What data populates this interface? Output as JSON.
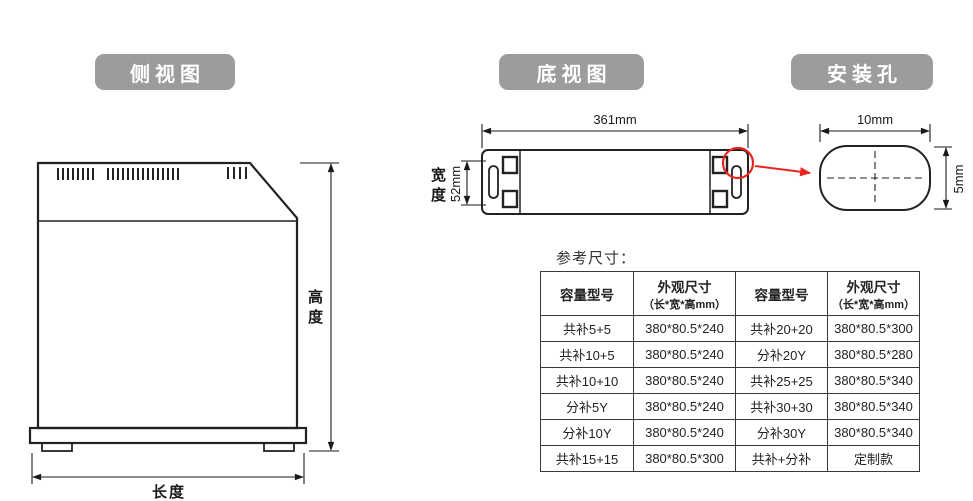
{
  "colors": {
    "accent_red": "#e8251f",
    "badge_bg": "#9c9c9c",
    "line": "#222222"
  },
  "badges": {
    "side_view": "侧视图",
    "bottom_view": "底视图",
    "mounting_hole": "安装孔"
  },
  "side_view": {
    "height_label": "高度",
    "length_label": "长度"
  },
  "bottom_view": {
    "length_dim": "361mm",
    "width_dim": "52mm",
    "width_label": "宽度"
  },
  "mounting_hole": {
    "width_dim": "10mm",
    "height_dim": "5mm"
  },
  "table": {
    "caption": "参考尺寸：",
    "header": {
      "model": "容量型号",
      "size_line1": "外观尺寸",
      "size_line2": "（长*宽*高mm）",
      "model2": "容量型号",
      "size2_line1": "外观尺寸",
      "size2_line2": "（长*宽*高mm）"
    },
    "rows": [
      [
        "共补5+5",
        "380*80.5*240",
        "共补20+20",
        "380*80.5*300"
      ],
      [
        "共补10+5",
        "380*80.5*240",
        "分补20Y",
        "380*80.5*280"
      ],
      [
        "共补10+10",
        "380*80.5*240",
        "共补25+25",
        "380*80.5*340"
      ],
      [
        "分补5Y",
        "380*80.5*240",
        "共补30+30",
        "380*80.5*340"
      ],
      [
        "分补10Y",
        "380*80.5*240",
        "分补30Y",
        "380*80.5*340"
      ],
      [
        "共补15+15",
        "380*80.5*300",
        "共补+分补",
        "定制款"
      ]
    ]
  }
}
